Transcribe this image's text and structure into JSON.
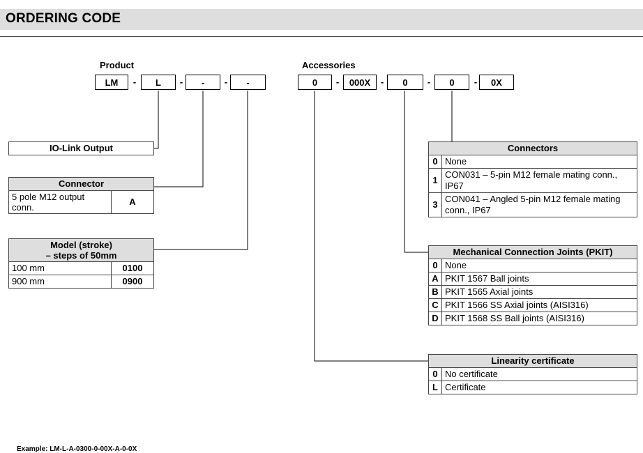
{
  "header": {
    "title": "ORDERING CODE"
  },
  "product": {
    "label": "Product",
    "boxes": [
      "LM",
      "L",
      "-",
      "-"
    ],
    "dashes": [
      "-",
      "-",
      "-"
    ]
  },
  "accessories": {
    "label": "Accessories",
    "boxes": [
      "0",
      "000X",
      "0",
      "0",
      "0X"
    ],
    "dashes": [
      "-",
      "-",
      "-",
      "-"
    ]
  },
  "io_link": {
    "title": "IO-Link Output"
  },
  "connector": {
    "title": "Connector",
    "rows": [
      {
        "desc": "5 pole M12 output conn.",
        "code": "A"
      }
    ]
  },
  "model": {
    "title_line1": "Model (stroke)",
    "title_line2": "– steps of 50mm",
    "rows": [
      {
        "desc": "100 mm",
        "code": "0100"
      },
      {
        "desc": "900 mm",
        "code": "0900"
      }
    ]
  },
  "connectors": {
    "title": "Connectors",
    "rows": [
      {
        "code": "0",
        "desc": "None"
      },
      {
        "code": "1",
        "desc": "CON031 – 5-pin M12 female mating conn., IP67"
      },
      {
        "code": "3",
        "desc": "CON041 – Angled 5-pin M12 female mating conn., IP67"
      }
    ]
  },
  "pkit": {
    "title": "Mechanical Connection Joints (PKIT)",
    "rows": [
      {
        "code": "0",
        "desc": "None"
      },
      {
        "code": "A",
        "desc": "PKIT 1567 Ball joints"
      },
      {
        "code": "B",
        "desc": "PKIT 1565 Axial joints"
      },
      {
        "code": "C",
        "desc": "PKIT 1566 SS Axial joints (AISI316)"
      },
      {
        "code": "D",
        "desc": "PKIT 1568 SS Ball joints (AISI316)"
      }
    ]
  },
  "linearity": {
    "title": "Linearity certificate",
    "rows": [
      {
        "code": "0",
        "desc": "No certificate"
      },
      {
        "code": "L",
        "desc": "Certificate"
      }
    ]
  },
  "example": {
    "text": "Example: LM-L-A-0300-0-00X-A-0-0X"
  }
}
